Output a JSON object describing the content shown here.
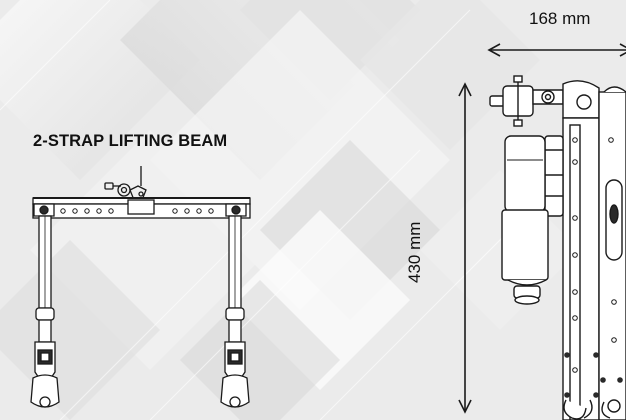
{
  "product": {
    "title": "2-STRAP LIFTING BEAM"
  },
  "dimensions": {
    "width": "168 mm",
    "height": "430 mm"
  },
  "colors": {
    "background": "#ececec",
    "line_art": "#1a1a1a",
    "accent_shadow": "#c9c9c9"
  },
  "icons": [
    "lifting-beam-illustration",
    "lift-motor-illustration",
    "width-dimension-arrow",
    "height-dimension-arrow"
  ]
}
